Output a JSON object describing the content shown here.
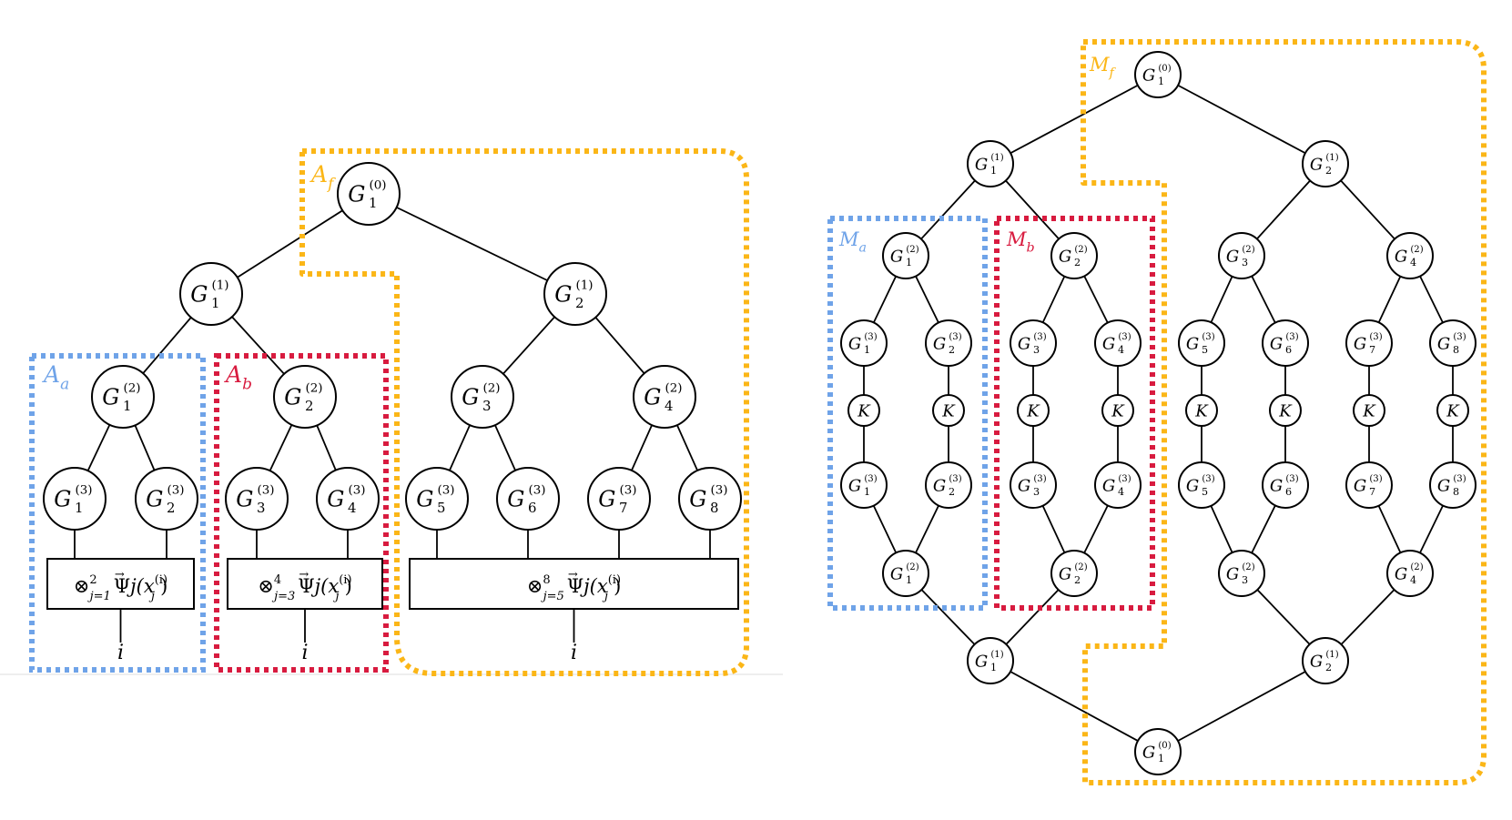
{
  "colors": {
    "blue": "#6fa3e8",
    "red": "#d81b3f",
    "orange": "#fbb617",
    "line": "#000000"
  },
  "left_tree": {
    "root": {
      "base": "G",
      "sub": "1",
      "sup": "(0)"
    },
    "level1": [
      {
        "base": "G",
        "sub": "1",
        "sup": "(1)"
      },
      {
        "base": "G",
        "sub": "2",
        "sup": "(1)"
      }
    ],
    "level2": [
      {
        "base": "G",
        "sub": "1",
        "sup": "(2)"
      },
      {
        "base": "G",
        "sub": "2",
        "sup": "(2)"
      },
      {
        "base": "G",
        "sub": "3",
        "sup": "(2)"
      },
      {
        "base": "G",
        "sub": "4",
        "sup": "(2)"
      }
    ],
    "level3": [
      {
        "base": "G",
        "sub": "1",
        "sup": "(3)"
      },
      {
        "base": "G",
        "sub": "2",
        "sup": "(3)"
      },
      {
        "base": "G",
        "sub": "3",
        "sup": "(3)"
      },
      {
        "base": "G",
        "sub": "4",
        "sup": "(3)"
      },
      {
        "base": "G",
        "sub": "5",
        "sup": "(3)"
      },
      {
        "base": "G",
        "sub": "6",
        "sup": "(3)"
      },
      {
        "base": "G",
        "sub": "7",
        "sup": "(3)"
      },
      {
        "base": "G",
        "sub": "8",
        "sup": "(3)"
      }
    ],
    "boxes": [
      {
        "op": "⊗",
        "lower": "j=1",
        "upper": "2",
        "body": "Ψ",
        "vec": "→",
        "tail": "j(x",
        "xsub": "j",
        "xsup": "(i)",
        "close": ")"
      },
      {
        "op": "⊗",
        "lower": "j=3",
        "upper": "4",
        "body": "Ψ",
        "vec": "→",
        "tail": "j(x",
        "xsub": "j",
        "xsup": "(i)",
        "close": ")"
      },
      {
        "op": "⊗",
        "lower": "j=5",
        "upper": "8",
        "body": "Ψ",
        "vec": "→",
        "tail": "j(x",
        "xsub": "j",
        "xsup": "(i)",
        "close": ")"
      }
    ],
    "index_label": "i",
    "regions": [
      {
        "label_base": "A",
        "label_sub": "a",
        "color": "#6fa3e8"
      },
      {
        "label_base": "A",
        "label_sub": "b",
        "color": "#d81b3f"
      },
      {
        "label_base": "A",
        "label_sub": "f",
        "color": "#fbb617"
      }
    ]
  },
  "right_network": {
    "top_root": {
      "base": "G",
      "sub": "1",
      "sup": "(0)"
    },
    "top_level1": [
      {
        "base": "G",
        "sub": "1",
        "sup": "(1)"
      },
      {
        "base": "G",
        "sub": "2",
        "sup": "(1)"
      }
    ],
    "top_level2": [
      {
        "base": "G",
        "sub": "1",
        "sup": "(2)"
      },
      {
        "base": "G",
        "sub": "2",
        "sup": "(2)"
      },
      {
        "base": "G",
        "sub": "3",
        "sup": "(2)"
      },
      {
        "base": "G",
        "sub": "4",
        "sup": "(2)"
      }
    ],
    "top_level3": [
      {
        "base": "G",
        "sub": "1",
        "sup": "(3)"
      },
      {
        "base": "G",
        "sub": "2",
        "sup": "(3)"
      },
      {
        "base": "G",
        "sub": "3",
        "sup": "(3)"
      },
      {
        "base": "G",
        "sub": "4",
        "sup": "(3)"
      },
      {
        "base": "G",
        "sub": "5",
        "sup": "(3)"
      },
      {
        "base": "G",
        "sub": "6",
        "sup": "(3)"
      },
      {
        "base": "G",
        "sub": "7",
        "sup": "(3)"
      },
      {
        "base": "G",
        "sub": "8",
        "sup": "(3)"
      }
    ],
    "k_label": "K",
    "bottom_level3": [
      {
        "base": "G",
        "sub": "1",
        "sup": "(3)"
      },
      {
        "base": "G",
        "sub": "2",
        "sup": "(3)"
      },
      {
        "base": "G",
        "sub": "3",
        "sup": "(3)"
      },
      {
        "base": "G",
        "sub": "4",
        "sup": "(3)"
      },
      {
        "base": "G",
        "sub": "5",
        "sup": "(3)"
      },
      {
        "base": "G",
        "sub": "6",
        "sup": "(3)"
      },
      {
        "base": "G",
        "sub": "7",
        "sup": "(3)"
      },
      {
        "base": "G",
        "sub": "8",
        "sup": "(3)"
      }
    ],
    "bottom_level2": [
      {
        "base": "G",
        "sub": "1",
        "sup": "(2)"
      },
      {
        "base": "G",
        "sub": "2",
        "sup": "(2)"
      },
      {
        "base": "G",
        "sub": "3",
        "sup": "(2)"
      },
      {
        "base": "G",
        "sub": "4",
        "sup": "(2)"
      }
    ],
    "bottom_level1": [
      {
        "base": "G",
        "sub": "1",
        "sup": "(1)"
      },
      {
        "base": "G",
        "sub": "2",
        "sup": "(1)"
      }
    ],
    "bottom_root": {
      "base": "G",
      "sub": "1",
      "sup": "(0)"
    },
    "regions": [
      {
        "label_base": "M",
        "label_sub": "a",
        "color": "#6fa3e8"
      },
      {
        "label_base": "M",
        "label_sub": "b",
        "color": "#d81b3f"
      },
      {
        "label_base": "M",
        "label_sub": "f",
        "color": "#fbb617"
      }
    ]
  }
}
